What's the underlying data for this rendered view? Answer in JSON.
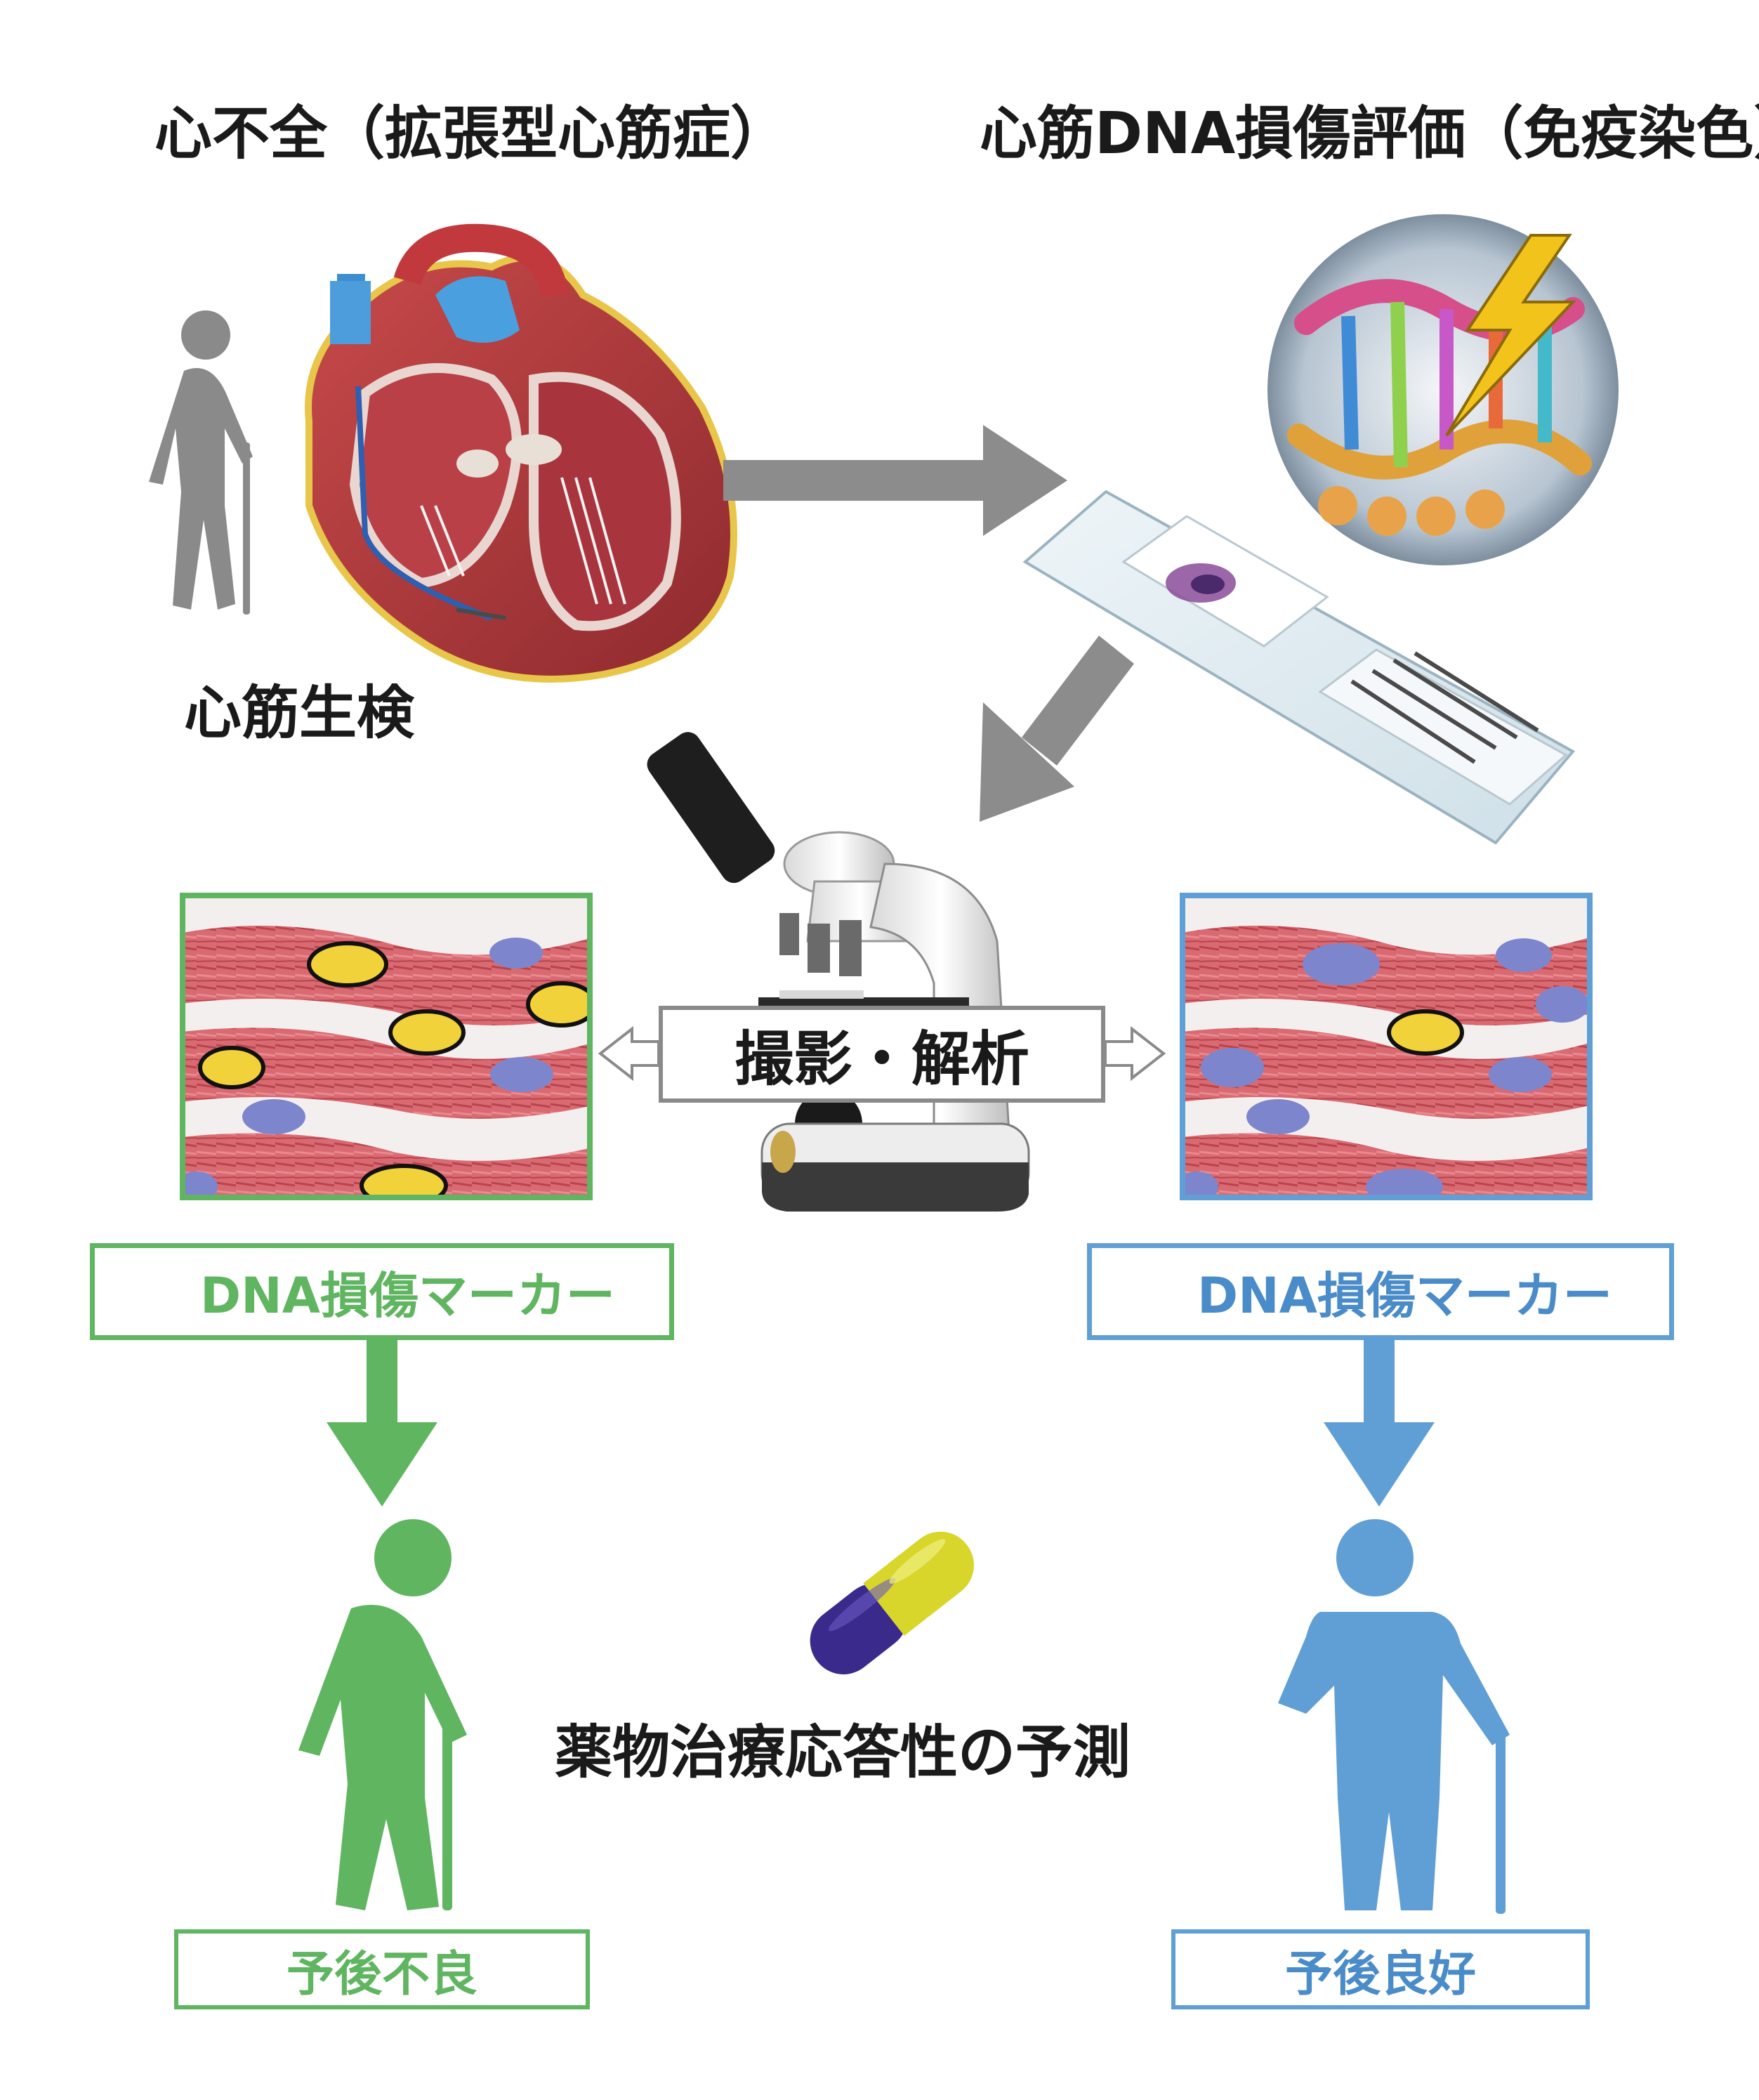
{
  "labels": {
    "heart_failure": "心不全（拡張型心筋症）",
    "dna_evaluation": "心筋DNA損傷評価（免疫染色）",
    "biopsy": "心筋生検",
    "imaging_analysis": "撮影・解析",
    "marker_high": "DNA損傷マーカー",
    "marker_low": "DNA損傷マーカー",
    "prediction": "薬物治療応答性の予測",
    "prognosis_poor": "予後不良",
    "prognosis_good": "予後良好"
  },
  "colors": {
    "green": "#5fb560",
    "blue": "#5f9fd6",
    "gray_arrow": "#8c8c8c",
    "person_gray": "#8a8a8a",
    "tissue_red": "#d96a72",
    "nucleus_yellow": "#f2d23a",
    "nucleus_blue": "#7d86cc",
    "capsule_purple": "#3a2a8c",
    "capsule_yellow": "#d8d62a"
  },
  "icons": {
    "marker_high": "arrow-up-icon",
    "marker_low": "arrow-down-icon"
  }
}
